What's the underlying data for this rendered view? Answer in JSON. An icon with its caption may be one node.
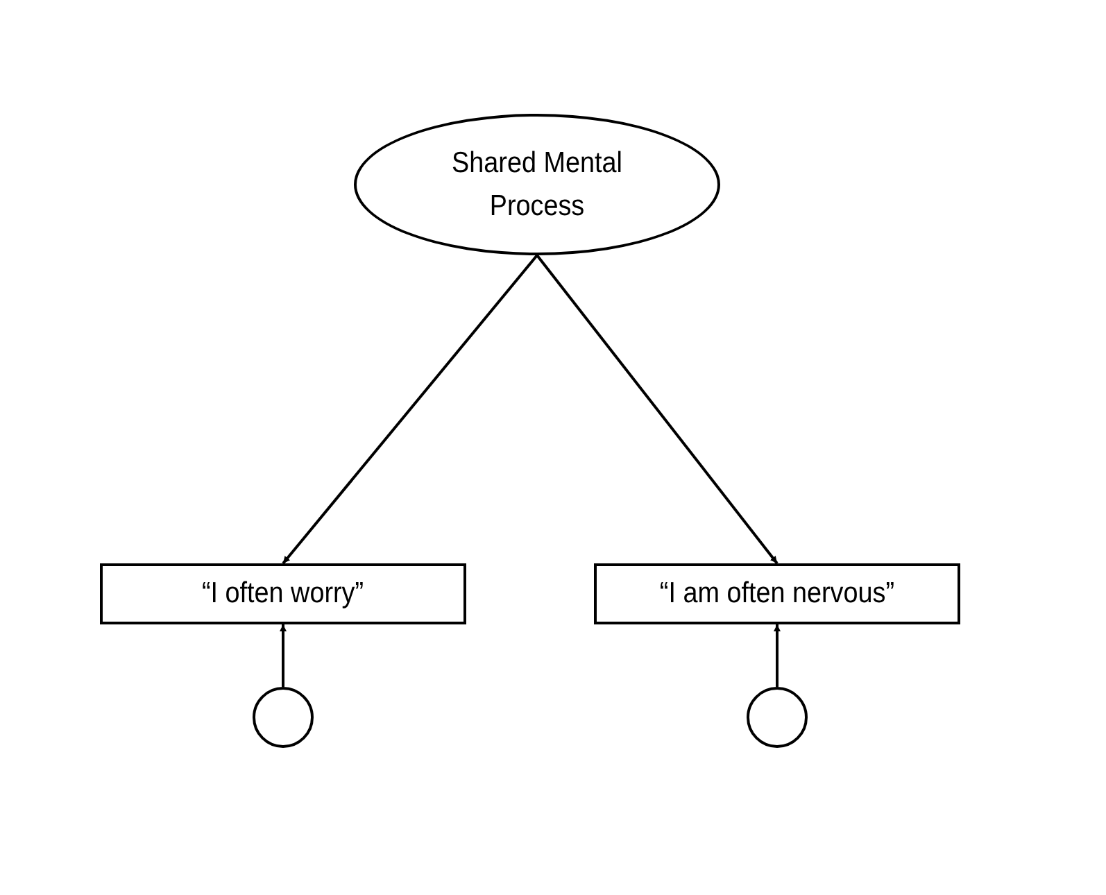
{
  "diagram": {
    "nodes": [
      {
        "text": [
          "Shared Mental Process"
        ]
      },
      {
        "text": [
          "“I often worry”"
        ]
      },
      {
        "text": [
          "“I am often nervous”"
        ]
      },
      {
        "text": [],
        "shape": "circle"
      },
      {
        "text": [],
        "shape": "circle"
      }
    ],
    "edges": [
      {
        "from": 0,
        "to": 1,
        "arrow": "to"
      },
      {
        "from": 0,
        "to": 2,
        "arrow": "to"
      },
      {
        "from": 3,
        "to": 1,
        "arrow": "to"
      },
      {
        "from": 4,
        "to": 2,
        "arrow": "to"
      }
    ]
  }
}
